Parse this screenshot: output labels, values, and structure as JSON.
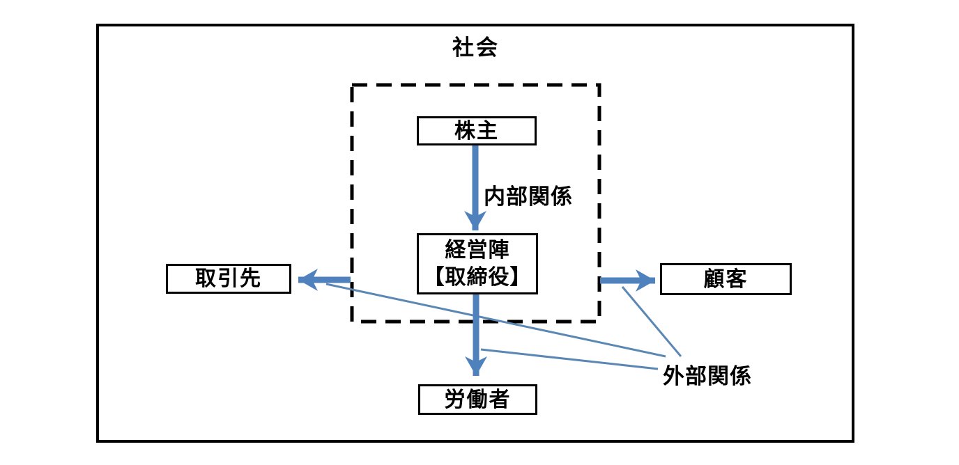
{
  "page": {
    "background": "#ffffff"
  },
  "diagram": {
    "title": "社会",
    "nodes": {
      "shareholders": {
        "label": "株主"
      },
      "management": {
        "label_line1": "経営陣",
        "label_line2": "【取締役】"
      },
      "suppliers": {
        "label": "取引先"
      },
      "customers": {
        "label": "顧客"
      },
      "workers": {
        "label": "労働者"
      }
    },
    "labels": {
      "internal_relation": "内部関係",
      "external_relation": "外部関係"
    },
    "colors": {
      "arrow_blue": "#4f81bd",
      "callout_blue": "#5b87b5",
      "border_black": "#000000",
      "background": "#ffffff"
    }
  }
}
